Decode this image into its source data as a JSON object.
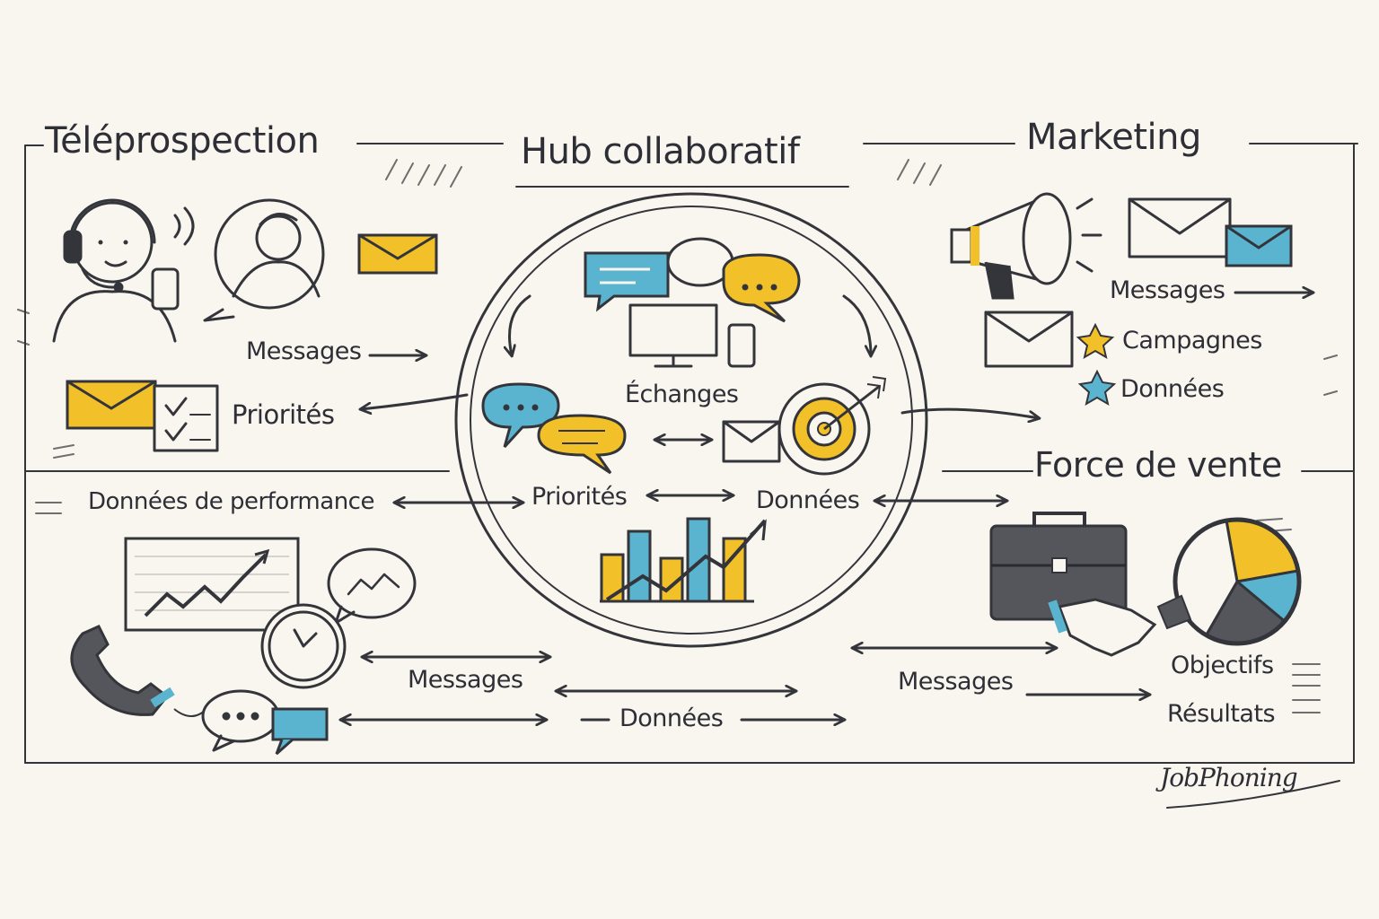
{
  "colors": {
    "background": "#f8f6ee",
    "ink": "#34353b",
    "yellow": "#f2c029",
    "teal": "#5ab4cf"
  },
  "sections": {
    "teleprospection": {
      "title": "Téléprospection",
      "messages": "Messages",
      "priorites": "Priorités"
    },
    "hub": {
      "title": "Hub collaboratif",
      "echanges": "Échanges",
      "priorites": "Priorités",
      "donnees": "Données"
    },
    "marketing": {
      "title": "Marketing",
      "messages": "Messages",
      "campagnes": "Campagnes",
      "donnees": "Données"
    },
    "force_de_vente": {
      "title": "Force de vente",
      "objectifs": "Objectifs",
      "resultats": "Résultats"
    },
    "performance": {
      "title": "Données de performance"
    }
  },
  "flows": {
    "bottom_messages_left": "Messages",
    "bottom_donnees": "Données",
    "bottom_messages_right": "Messages"
  },
  "signature": "JobPhoning",
  "icons": [
    "headset-agent-icon",
    "phone-waves-icon",
    "agent-portrait-icon",
    "envelope-icon",
    "checklist-icon",
    "chat-bubble-icon",
    "monitor-icon",
    "smartphone-icon",
    "target-icon",
    "bar-chart-icon",
    "megaphone-icon",
    "star-icon",
    "briefcase-icon",
    "pie-chart-icon",
    "handshake-icon",
    "line-chart-icon",
    "clock-icon",
    "telephone-icon"
  ]
}
